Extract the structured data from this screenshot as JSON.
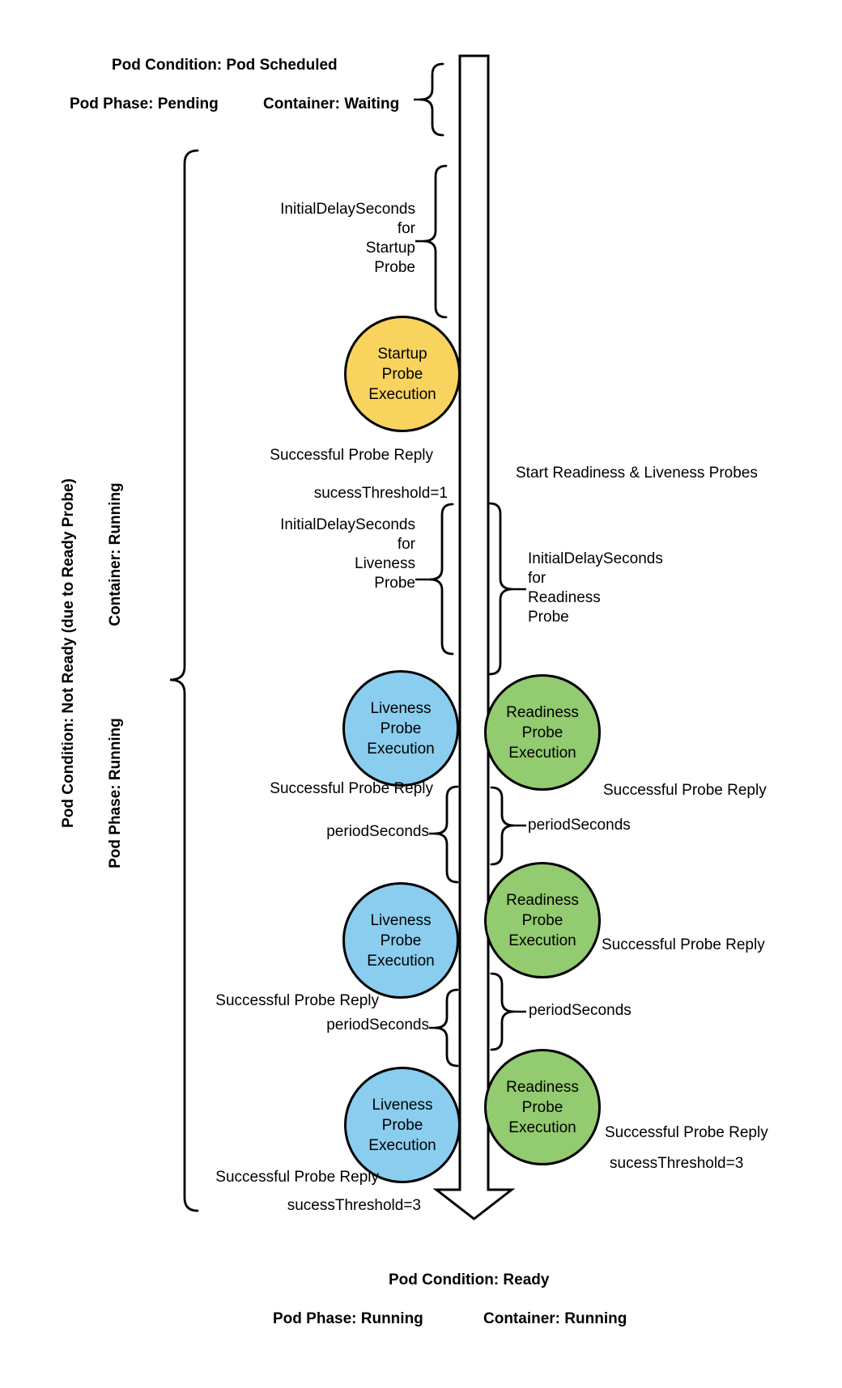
{
  "colors": {
    "startupFill": "#F8D45F",
    "livenessFill": "#8BCDEF",
    "readinessFill": "#93CB70",
    "stroke": "#000000"
  },
  "header": {
    "pod_condition": "Pod Condition: Pod Scheduled",
    "pod_phase": "Pod Phase: Pending",
    "container": "Container: Waiting"
  },
  "sidebar": {
    "pod_condition": "Pod Condition: Not Ready (due to Ready Probe)",
    "container": "Container: Running",
    "pod_phase": "Pod Phase: Running"
  },
  "footer": {
    "pod_condition": "Pod Condition: Ready",
    "pod_phase": "Pod Phase: Running",
    "container": "Container: Running"
  },
  "labels": {
    "successful_probe_reply": "Successful Probe Reply",
    "period_seconds": "periodSeconds",
    "success_threshold_1": "sucessThreshold=1",
    "success_threshold_3": "sucessThreshold=3",
    "start_probes": "Start Readiness & Liveness Probes",
    "initial_delay_startup": [
      "InitialDelaySeconds",
      "for",
      "Startup",
      "Probe"
    ],
    "initial_delay_liveness": [
      "InitialDelaySeconds",
      "for",
      "Liveness",
      "Probe"
    ],
    "initial_delay_readiness": [
      "InitialDelaySeconds",
      "for",
      "Readiness",
      "Probe"
    ]
  },
  "circles": {
    "startup": [
      "Startup",
      "Probe",
      "Execution"
    ],
    "liveness": [
      "Liveness",
      "Probe",
      "Execution"
    ],
    "readiness": [
      "Readiness",
      "Probe",
      "Execution"
    ]
  }
}
